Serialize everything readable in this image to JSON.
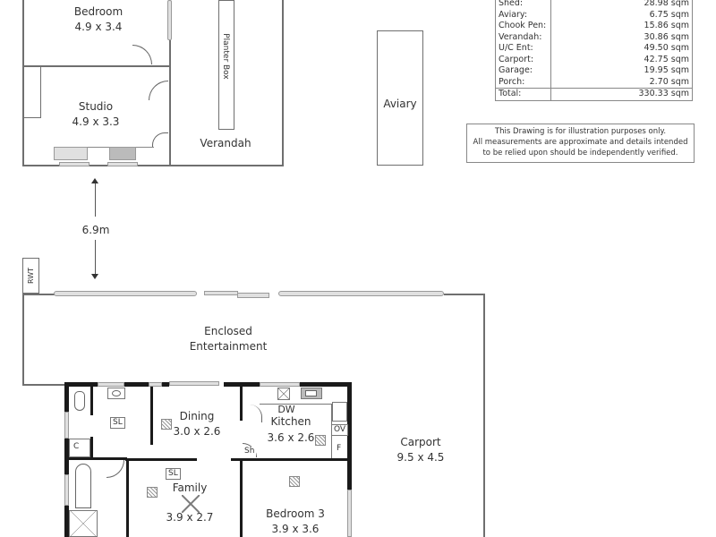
{
  "rooms": {
    "bedroom": {
      "name": "Bedroom",
      "dims": "4.9 x 3.4"
    },
    "studio": {
      "name": "Studio",
      "dims": "4.9 x 3.3"
    },
    "planter_box": {
      "name": "Planter Box"
    },
    "verandah": {
      "name": "Verandah"
    },
    "aviary": {
      "name": "Aviary"
    },
    "rwt": {
      "name": "RWT"
    },
    "enclosed_entertainment": {
      "line1": "Enclosed",
      "line2": "Entertainment"
    },
    "dining": {
      "name": "Dining",
      "dims": "3.0 x 2.6"
    },
    "kitchen": {
      "name": "Kitchen",
      "dims": "3.6 x 2.6"
    },
    "family": {
      "name": "Family",
      "dims": "3.9 x 2.7"
    },
    "bedroom3": {
      "name": "Bedroom 3",
      "dims": "3.9 x 3.6"
    },
    "carport": {
      "name": "Carport",
      "dims": "9.5 x 4.5"
    }
  },
  "fixtures": {
    "sl1": "SL",
    "sl2": "SL",
    "dw": "DW",
    "ov": "OV",
    "f": "F",
    "sh": "Sh",
    "c": "C"
  },
  "dimension": {
    "distance": "6.9m"
  },
  "area_table": {
    "rows": [
      {
        "label": "Shed:",
        "value": "28.98 sqm"
      },
      {
        "label": "Aviary:",
        "value": "6.75 sqm"
      },
      {
        "label": "Chook Pen:",
        "value": "15.86 sqm"
      },
      {
        "label": "Verandah:",
        "value": "30.86 sqm"
      },
      {
        "label": "U/C Ent:",
        "value": "49.50 sqm"
      },
      {
        "label": "Carport:",
        "value": "42.75 sqm"
      },
      {
        "label": "Garage:",
        "value": "19.95 sqm"
      },
      {
        "label": "Porch:",
        "value": "2.70 sqm"
      }
    ],
    "total": {
      "label": "Total:",
      "value": "330.33 sqm"
    }
  },
  "disclaimer": {
    "line1": "This Drawing is for illustration purposes only.",
    "line2": "All measurements are approximate and details intended",
    "line3": "to be relied upon should be independently verified."
  }
}
